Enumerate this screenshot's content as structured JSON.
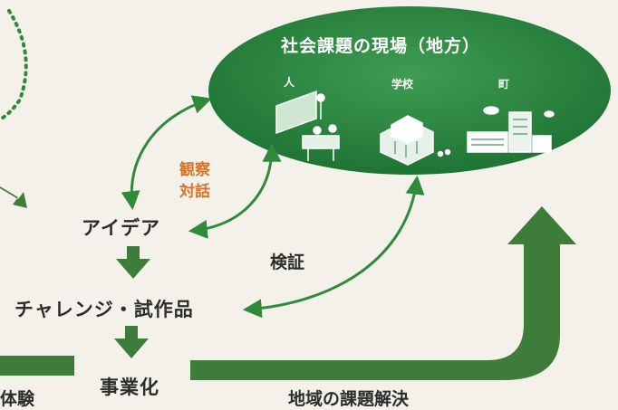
{
  "colors": {
    "background": "#f3f1ea",
    "ellipse_green": "#2e8a42",
    "arrow_green": "#3e7c3a",
    "curve_green": "#2f8a3a",
    "accent_orange": "#d8742a"
  },
  "ellipse": {
    "title": "社会課題の現場（地方）",
    "labels": [
      "人",
      "学校",
      "町"
    ],
    "icons": [
      "classroom-people-icon",
      "school-building-icon",
      "town-buildings-icon"
    ]
  },
  "flow": {
    "idea": "アイデア",
    "challenge": "チャレンジ・試作品",
    "business": "事業化"
  },
  "observe": [
    "観察",
    "対話"
  ],
  "verify": "検証",
  "solve": "地域の課題解決",
  "left_partial": "体験"
}
